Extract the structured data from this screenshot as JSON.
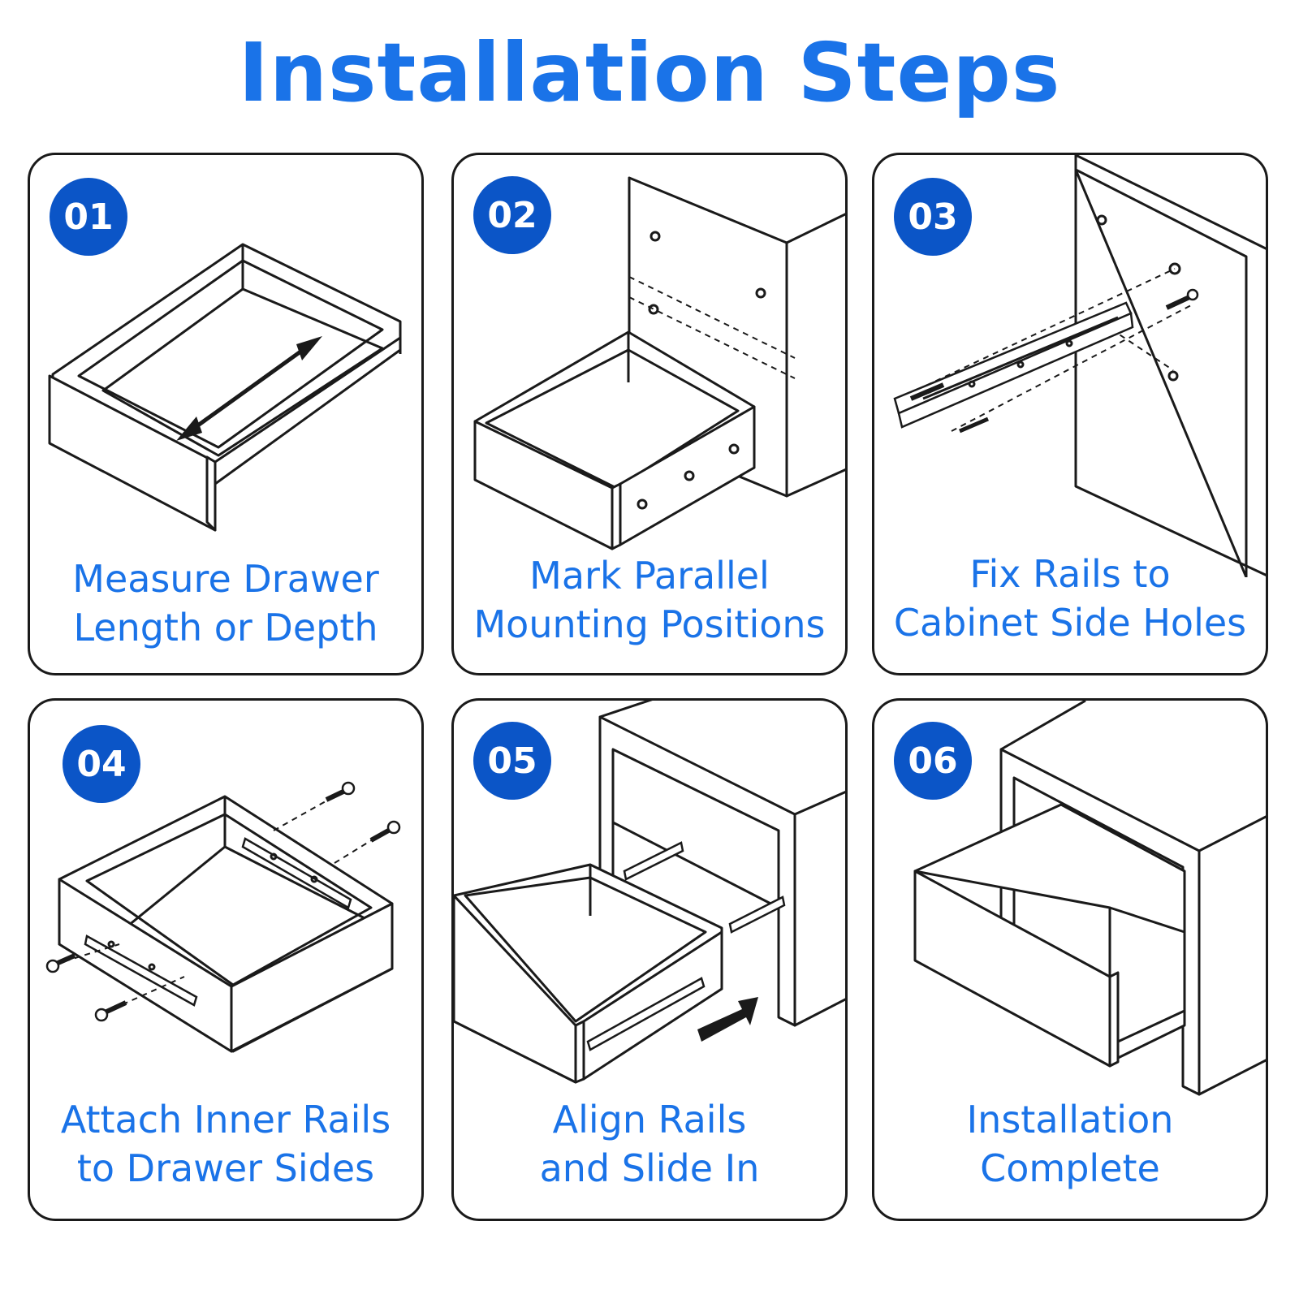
{
  "title": "Installation Steps",
  "colors": {
    "accent": "#1a73e8",
    "badge": "#0b55c7",
    "line": "#1a1a1a"
  },
  "steps": [
    {
      "number": "01",
      "line1": "Measure Drawer",
      "line2": "Length or Depth",
      "icon": "drawer-measure-icon"
    },
    {
      "number": "02",
      "line1": "Mark Parallel",
      "line2": "Mounting Positions",
      "icon": "cabinet-mark-icon"
    },
    {
      "number": "03",
      "line1": "Fix Rails to",
      "line2": "Cabinet Side Holes",
      "icon": "rail-fix-icon"
    },
    {
      "number": "04",
      "line1": "Attach Inner Rails",
      "line2": "to Drawer Sides",
      "icon": "drawer-rails-icon"
    },
    {
      "number": "05",
      "line1": "Align Rails",
      "line2": "and Slide In",
      "icon": "drawer-slide-icon"
    },
    {
      "number": "06",
      "line1": "Installation",
      "line2": "Complete",
      "icon": "drawer-complete-icon"
    }
  ]
}
